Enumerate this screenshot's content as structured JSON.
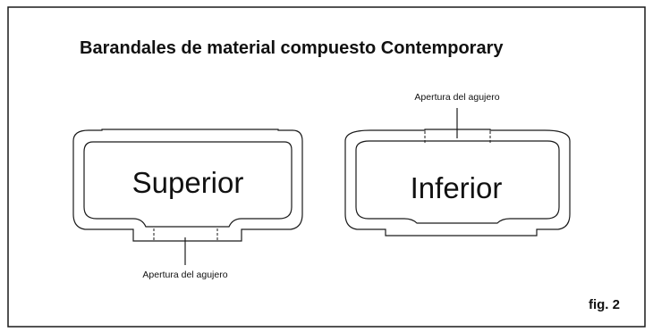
{
  "figure": {
    "title": "Barandales de material compuesto Contemporary",
    "top_profile": {
      "label": "Superior",
      "callout": "Apertura del agujero"
    },
    "bottom_profile": {
      "label": "Inferior",
      "callout": "Apertura del agujero"
    },
    "fig_label": "fig. 2"
  }
}
